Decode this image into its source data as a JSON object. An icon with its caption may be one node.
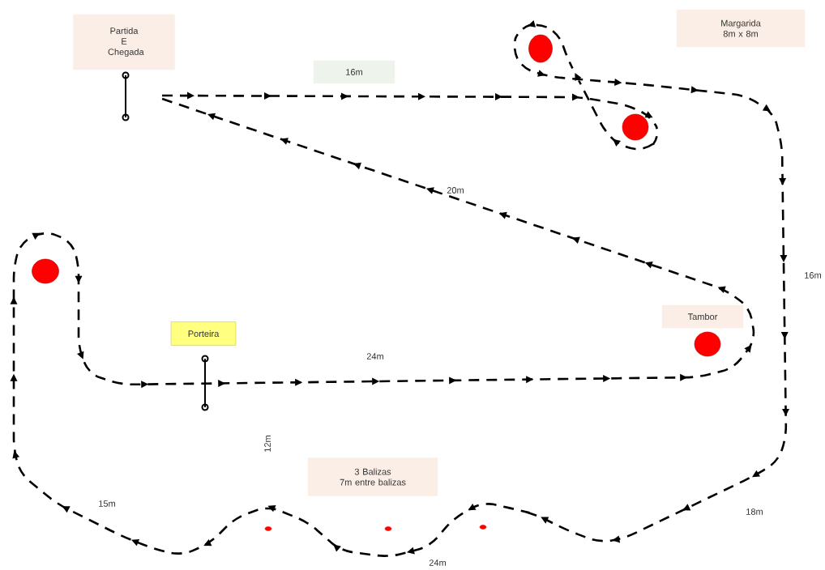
{
  "diagram": {
    "nodes": [
      {
        "text": [
          "Partida E Chegada"
        ]
      },
      {
        "text": [
          "16m"
        ]
      },
      {
        "text": [
          "Margarida",
          "8m x 8m"
        ]
      },
      {
        "text": [],
        "shape": "circle"
      },
      {
        "text": [],
        "shape": "circle"
      },
      {
        "text": [],
        "shape": "circle"
      },
      {
        "text": [
          "Tambor"
        ]
      },
      {
        "text": [],
        "shape": "circle"
      },
      {
        "text": [
          "Porteira"
        ]
      },
      {
        "text": [
          "3 Balizas",
          "7m entre balizas"
        ]
      },
      {
        "text": [],
        "shape": "circle"
      },
      {
        "text": [],
        "shape": "circle"
      },
      {
        "text": [],
        "shape": "circle"
      }
    ],
    "labels": [
      "20m",
      "16m",
      "24m",
      "12m",
      "15m",
      "18m",
      "24m"
    ]
  }
}
